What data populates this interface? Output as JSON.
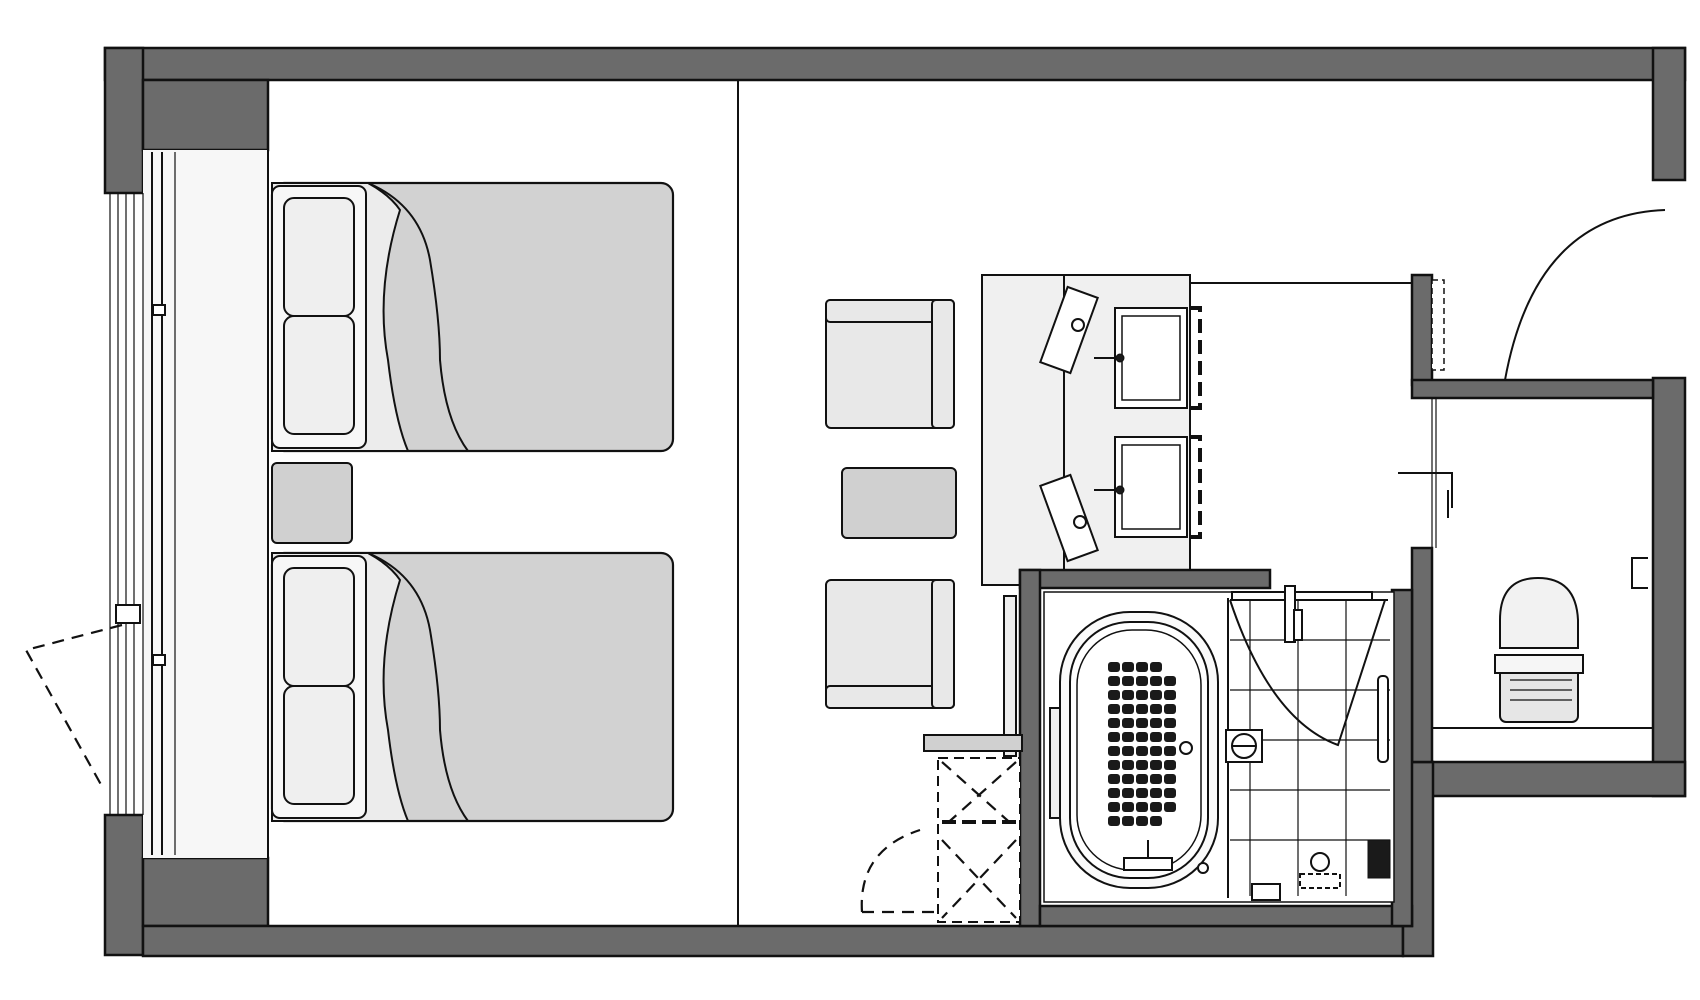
{
  "palette": {
    "wall": "#6b6b6b",
    "bed": "#d2d2d2",
    "furniture_light": "#e8e8e8",
    "furniture_mid": "#d0d0d0",
    "background": "#ffffff",
    "line": "#111111"
  },
  "plan": {
    "rooms": [
      "bedroom",
      "lounge",
      "vanity",
      "bathroom",
      "toilet-room",
      "entry"
    ],
    "furniture": {
      "beds": 2,
      "pillows_per_bed": 2,
      "nightstands": 1,
      "armchairs": 2,
      "side_tables": 1,
      "sinks": 2,
      "bathtubs": 1,
      "toilets": 1
    },
    "icons": [
      "door-swing-icon",
      "balcony-door-icon",
      "sink-icon",
      "bathtub-icon",
      "toilet-icon",
      "shower-icon"
    ]
  }
}
